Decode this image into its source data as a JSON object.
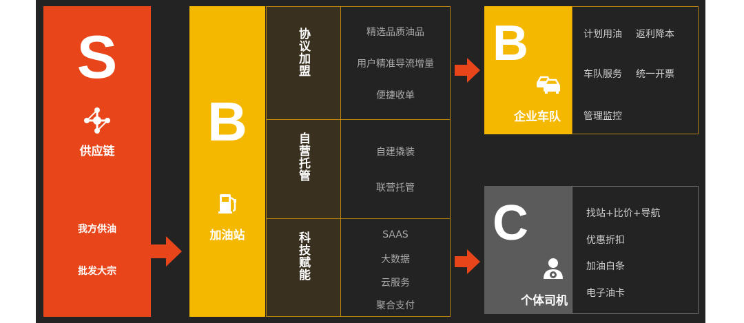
{
  "supply": {
    "letter": "S",
    "title": "供应链",
    "items": [
      "我方供油",
      "批发大宗"
    ]
  },
  "station": {
    "letter": "B",
    "title": "加油站"
  },
  "categories": [
    {
      "label": "协议加盟",
      "features": [
        "精选品质油品",
        "用户精准导流增量",
        "便捷收单"
      ]
    },
    {
      "label": "自营托管",
      "features": [
        "自建撬装",
        "联营托管"
      ]
    },
    {
      "label": "科技赋能",
      "features": [
        "SAAS",
        "大数据",
        "云服务",
        "聚合支付"
      ]
    }
  ],
  "fleet": {
    "letter": "B",
    "title": "企业车队",
    "items": [
      "计划用油",
      "返利降本",
      "车队服务",
      "统一开票",
      "管理监控"
    ]
  },
  "driver": {
    "letter": "C",
    "title": "个体司机",
    "items": [
      "找站+比价+导航",
      "优惠折扣",
      "加油白条",
      "电子油卡"
    ]
  },
  "colors": {
    "background": "#232323",
    "supply": "#e8461a",
    "station": "#f5b800",
    "driver": "#5b5b5b",
    "arrow": "#e8461a",
    "grid_border": "#b8860b"
  }
}
